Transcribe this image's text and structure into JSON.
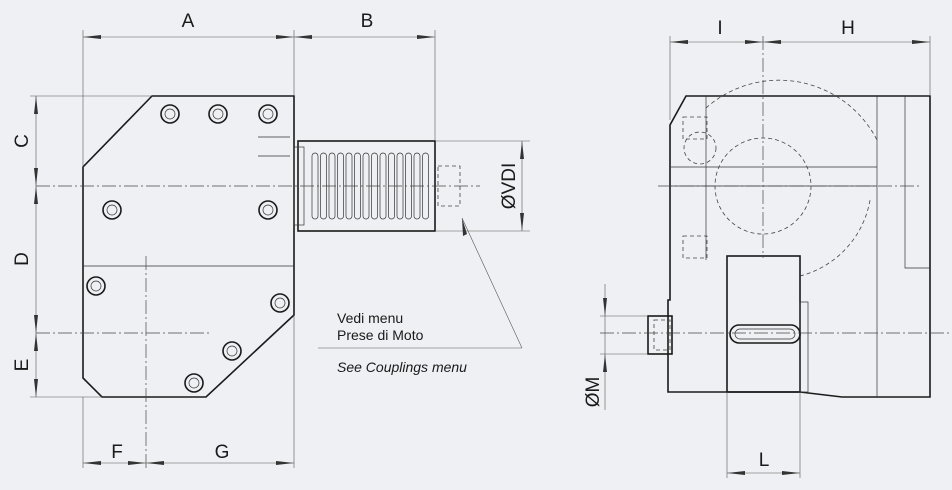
{
  "dimensions": {
    "A": "A",
    "B": "B",
    "C": "C",
    "D": "D",
    "E": "E",
    "F": "F",
    "G": "G",
    "VDI": "ØVDI",
    "I": "I",
    "H": "H",
    "M": "ØM",
    "L": "L"
  },
  "note": {
    "line1": "Vedi menu",
    "line2": "Prese di Moto",
    "line3": "See Couplings menu"
  }
}
